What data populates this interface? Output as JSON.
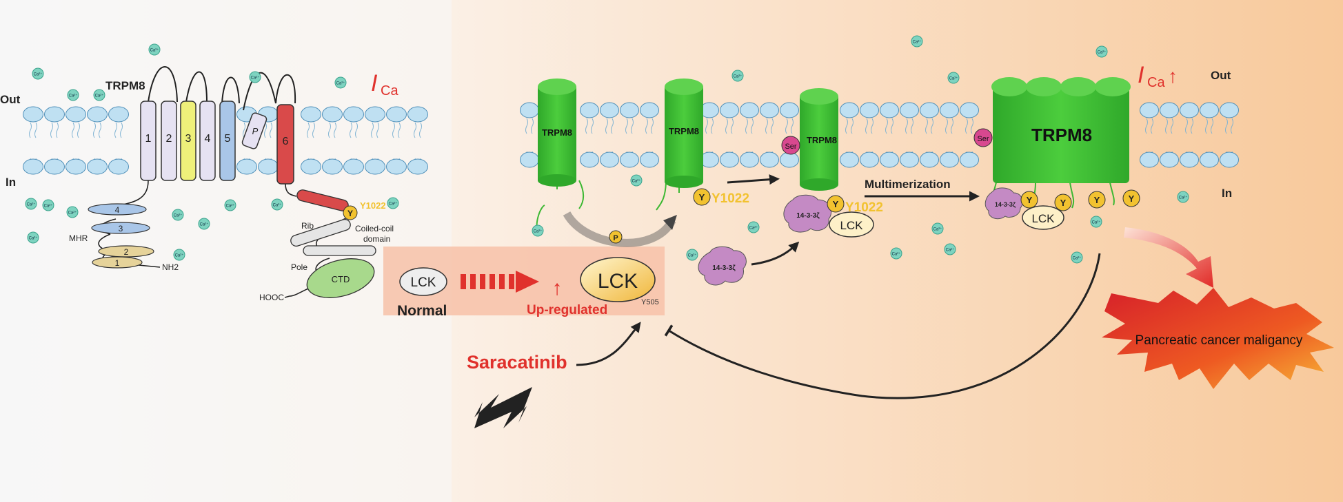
{
  "colors": {
    "bg_left": "#f7f7f7",
    "bg_right": "#f8c99b",
    "lipid_head": "#bfe0f2",
    "channel_green": "#3cb832",
    "red_accent": "#e0312c",
    "y_circle": "#f2c230",
    "complex_purple": "#c48ac4",
    "ser_pink": "#d8488f",
    "ctd_green": "#a8d98c"
  },
  "left_panel": {
    "title": "TRPM8",
    "out_label": "Out",
    "in_label": "In",
    "current_I": "I",
    "current_sub": "Ca",
    "ca_ion": "Ca²⁺",
    "segments": [
      "1",
      "2",
      "3",
      "4",
      "5",
      "P",
      "6"
    ],
    "mhr_domains": [
      "4",
      "3",
      "2",
      "1"
    ],
    "mhr_label": "MHR",
    "nh2_label": "NH2",
    "y_label": "Y",
    "y1022_label": "Y1022",
    "rib_label": "Rib",
    "coiled_coil_label": "Coiled-coil",
    "coiled_coil_label2": "domain",
    "pole_label": "Pole",
    "ctd_label": "CTD",
    "hooc_label": "HOOC"
  },
  "right_panel": {
    "out_label": "Out",
    "in_label": "In",
    "current_I": "I",
    "current_sub": "Ca",
    "current_arrow": "↑",
    "channel_small": "TRPM8",
    "channel_big": "TRPM8",
    "y_label": "Y",
    "y1022_label": "Y1022",
    "p_label": "P",
    "ser_label": "Ser",
    "complex_label": "14-3-3ζ",
    "lck_label": "LCK",
    "multimerization_label": "Multimerization",
    "outcome_label": "Pancreatic cancer maligancy"
  },
  "lck_box": {
    "lck_normal": "LCK",
    "normal_label": "Normal",
    "arrow_up": "↑",
    "lck_up": "LCK",
    "upregulated_label": "Up-regulated",
    "y505_label": "Y505"
  },
  "drug": {
    "name": "Saracatinib"
  }
}
